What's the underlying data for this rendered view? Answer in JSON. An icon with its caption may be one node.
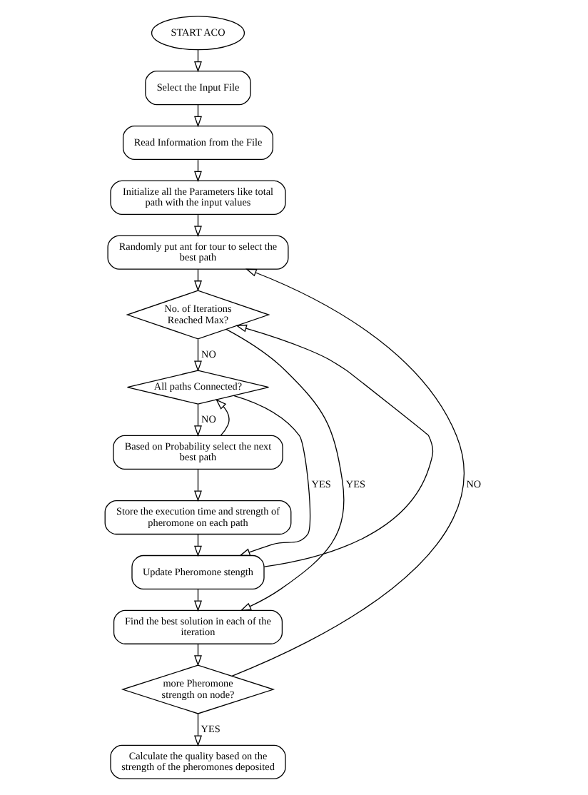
{
  "diagram": {
    "nodes": [
      {
        "text": [
          "START ACO"
        ]
      },
      {
        "text": [
          "Select the Input File"
        ]
      },
      {
        "text": [
          "Read Information from the File"
        ]
      },
      {
        "text": [
          "Initialize all the Parameters like total path with the input values"
        ]
      },
      {
        "text": [
          "Randomly put ant for tour to select the best path"
        ]
      },
      {
        "text": [
          "No. of Iterations Reached Max?"
        ]
      },
      {
        "text": [
          "All paths Connected?"
        ]
      },
      {
        "text": [
          "Based on Probability select the next best path"
        ]
      },
      {
        "text": [
          "Store the execution time and strength of pheromone on each path"
        ]
      },
      {
        "text": [
          "Update Pheromone stength"
        ]
      },
      {
        "text": [
          "Find the best solution in each of the iteration"
        ]
      },
      {
        "text": [
          "more Pheromone strength on node?"
        ]
      },
      {
        "text": [
          "Calculate the quality based on the strength of the pheromones deposited"
        ]
      }
    ],
    "edges": [
      {
        "from": 0,
        "to": 1,
        "arrow": "to"
      },
      {
        "from": 1,
        "to": 2,
        "arrow": "to"
      },
      {
        "from": 2,
        "to": 3,
        "arrow": "to"
      },
      {
        "from": 3,
        "to": 4,
        "arrow": "to"
      },
      {
        "from": 4,
        "to": 5,
        "arrow": "to"
      },
      {
        "from": 5,
        "to": 6,
        "arrow": "to",
        "label": "NO"
      },
      {
        "from": 6,
        "to": 7,
        "arrow": "to",
        "label": "NO"
      },
      {
        "from": 7,
        "to": 6,
        "arrow": "to"
      },
      {
        "from": 7,
        "to": 8,
        "arrow": "to"
      },
      {
        "from": 8,
        "to": 9,
        "arrow": "to"
      },
      {
        "from": 9,
        "to": 5,
        "arrow": "to"
      },
      {
        "from": 6,
        "to": 9,
        "arrow": "to",
        "label": "YES"
      },
      {
        "from": 5,
        "to": 10,
        "arrow": "to",
        "label": "YES"
      },
      {
        "from": 9,
        "to": 10,
        "arrow": "to"
      },
      {
        "from": 10,
        "to": 11,
        "arrow": "to"
      },
      {
        "from": 11,
        "to": 12,
        "arrow": "to",
        "label": "YES"
      },
      {
        "from": 11,
        "to": 4,
        "arrow": "to",
        "label": "NO"
      }
    ]
  }
}
